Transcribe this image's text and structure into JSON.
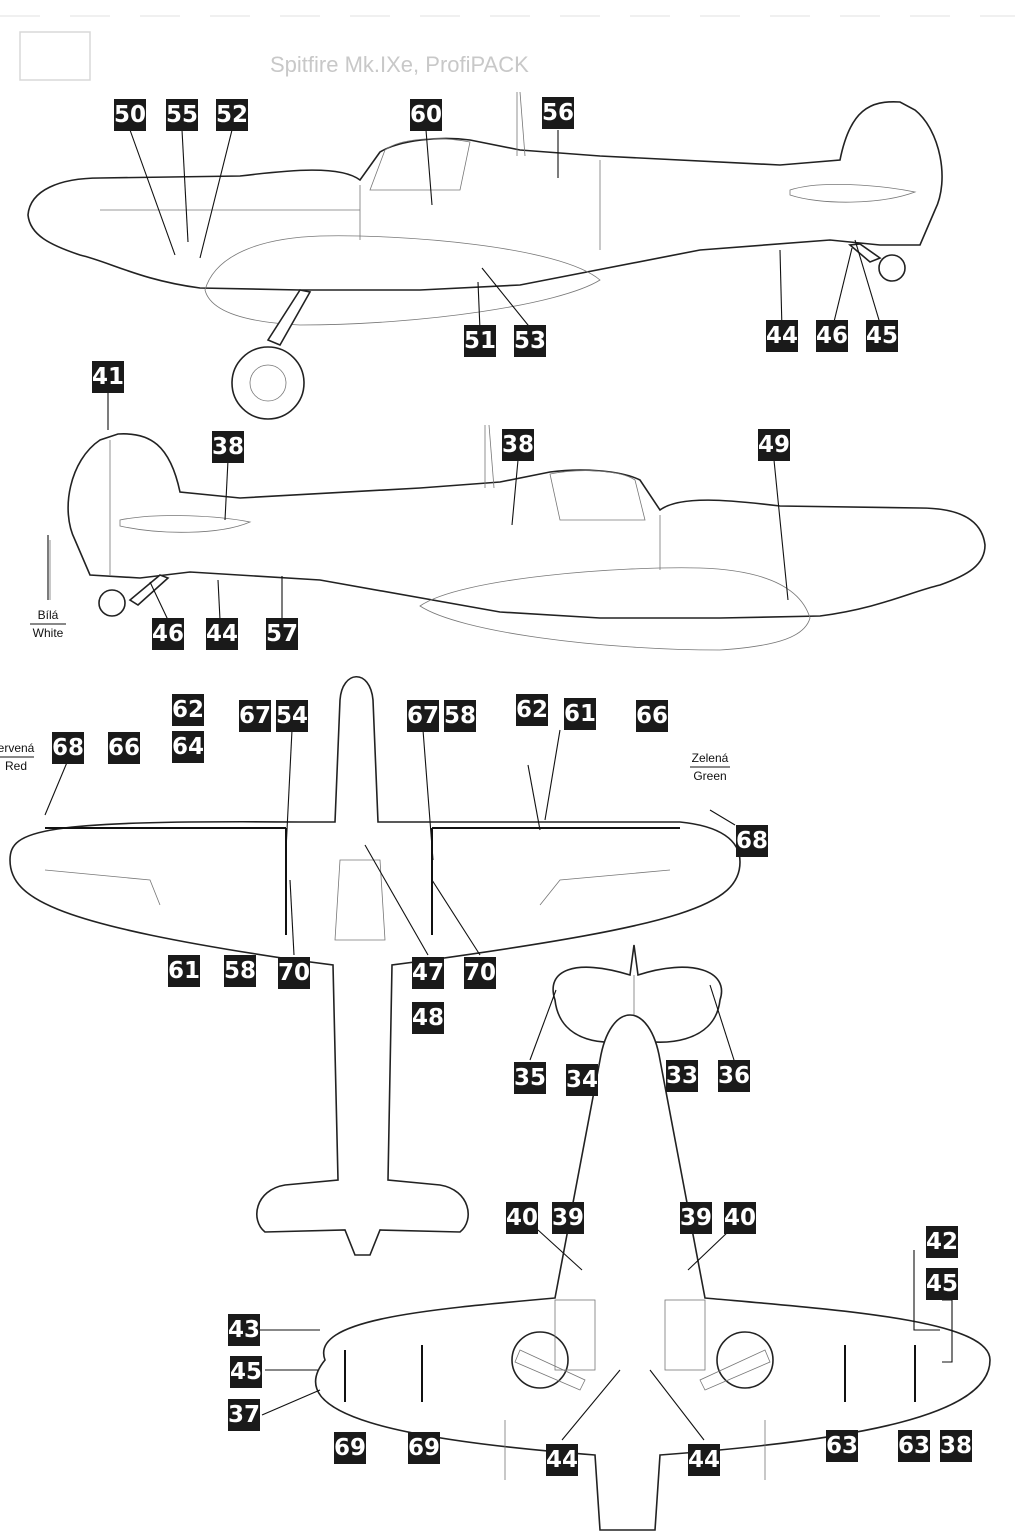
{
  "header": {
    "title": "Spitfire Mk.IXe, ProfiPACK"
  },
  "colors": {
    "badge": "#1a1a1a",
    "outline": "#222222",
    "background": "#ffffff"
  },
  "color_labels": {
    "white_cz": "Bílá",
    "white_en": "White",
    "red_cz": "ervená",
    "red_en": "Red",
    "green_cz": "Zelená",
    "green_en": "Green"
  },
  "callouts": {
    "side_left": [
      "50",
      "55",
      "52",
      "60",
      "56",
      "51",
      "53",
      "44",
      "46",
      "45"
    ],
    "side_right": [
      "41",
      "38",
      "38",
      "49",
      "46",
      "44",
      "57"
    ],
    "top_view": [
      "62",
      "64",
      "67",
      "54",
      "67",
      "58",
      "62",
      "61",
      "66",
      "68",
      "66",
      "68",
      "61",
      "58",
      "70",
      "47",
      "48",
      "70"
    ],
    "tailplane": [
      "35",
      "34",
      "33",
      "36"
    ],
    "bottom_view": [
      "40",
      "39",
      "39",
      "40",
      "42",
      "45",
      "43",
      "45",
      "37",
      "69",
      "69",
      "44",
      "44",
      "63",
      "63",
      "38"
    ]
  }
}
